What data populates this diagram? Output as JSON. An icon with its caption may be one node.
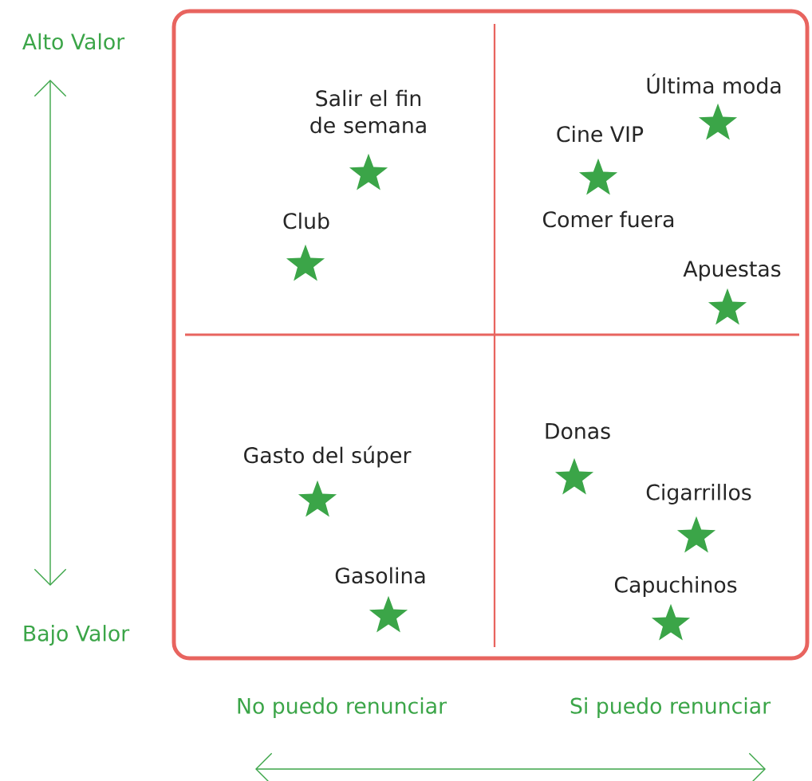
{
  "diagram": {
    "labels": [
      "Alto Valor",
      "Salir el fin de semana",
      "Última moda",
      "Cine VIP",
      "Club",
      "Comer fuera",
      "Apuestas",
      "Donas",
      "Gasto del súper",
      "Cigarrillos",
      "Gasolina",
      "Capuchinos",
      "Bajo Valor",
      "No puedo renunciar",
      "Si puedo renunciar"
    ]
  }
}
